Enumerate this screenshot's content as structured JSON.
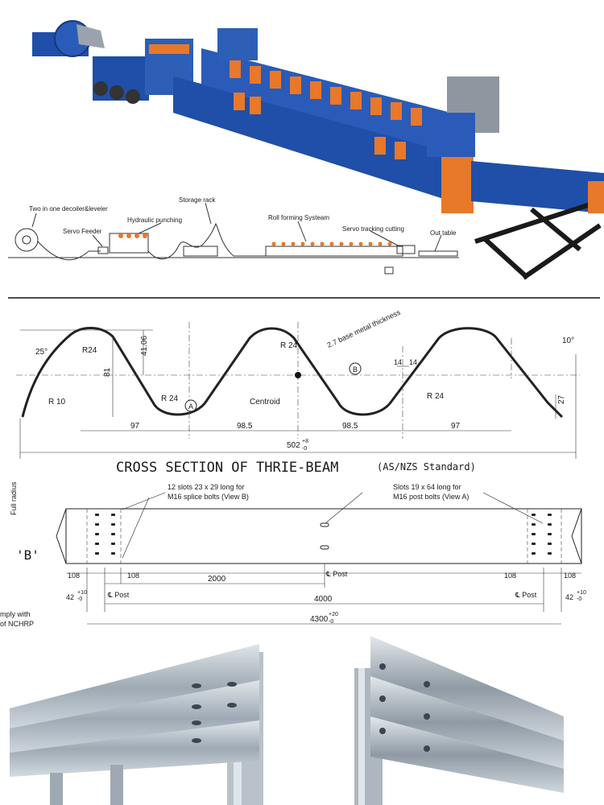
{
  "machine": {
    "stages": {
      "decoiler": "Two in one decoiler&leveler",
      "feeder": "Servo Feeder",
      "punching": "Hydraulic punching",
      "storage": "Storage rack",
      "rollforming": "Roll forming Systeam",
      "cutting": "Servo tracking cutting",
      "outtable": "Out table"
    }
  },
  "section": {
    "title": "CROSS SECTION OF THRIE-BEAM",
    "standard": "(AS/NZS Standard)",
    "dims": {
      "angle_25": "25°",
      "angle_10": "10°",
      "r24_a": "R24",
      "r24_b": "R 24",
      "r24_c": "R 24",
      "r24_d": "R 24",
      "r10": "R 10",
      "h4106": "41.06",
      "h81": "81",
      "thickness": "2.7 base metal thickness",
      "w14a": "14",
      "w14b": "14",
      "h27": "27",
      "w97a": "97",
      "w985a": "98.5",
      "w985b": "98.5",
      "w97b": "97",
      "total": "502",
      "total_tol_plus": "+8",
      "total_tol_minus": "-0",
      "centroid": "Centroid",
      "marker_a": "A",
      "marker_b": "B"
    }
  },
  "plan": {
    "full_radius": "Full radius",
    "view_b_label": "'B'",
    "splice_note_1": "12 slots 23 x 29 long for",
    "splice_note_2": "M16 splice bolts (View B)",
    "post_note_1": "Slots 19 x 64 long for",
    "post_note_2": "M16 post bolts (View A)",
    "d108a": "108",
    "d108b": "108",
    "d2000": "2000",
    "cpost_top": "℄ Post",
    "d108c": "108",
    "d108d": "108",
    "d42": "42",
    "d42_tol_plus": "+10",
    "d42_tol_minus": "-0",
    "cpost_left": "℄ Post",
    "d4000": "4000",
    "cpost_right": "℄ Post",
    "d42r": "42",
    "d42r_tol_plus": "+10",
    "d42r_tol_minus": "-0",
    "d4300": "4300",
    "d4300_tol_plus": "+20",
    "d4300_tol_minus": "-0",
    "comply_1": "mply with",
    "comply_2": "of NCHRP"
  },
  "colors": {
    "machine_blue": "#1f4fa8",
    "machine_orange": "#e8782a",
    "steel": "#b8c2cc",
    "line": "#222222"
  }
}
